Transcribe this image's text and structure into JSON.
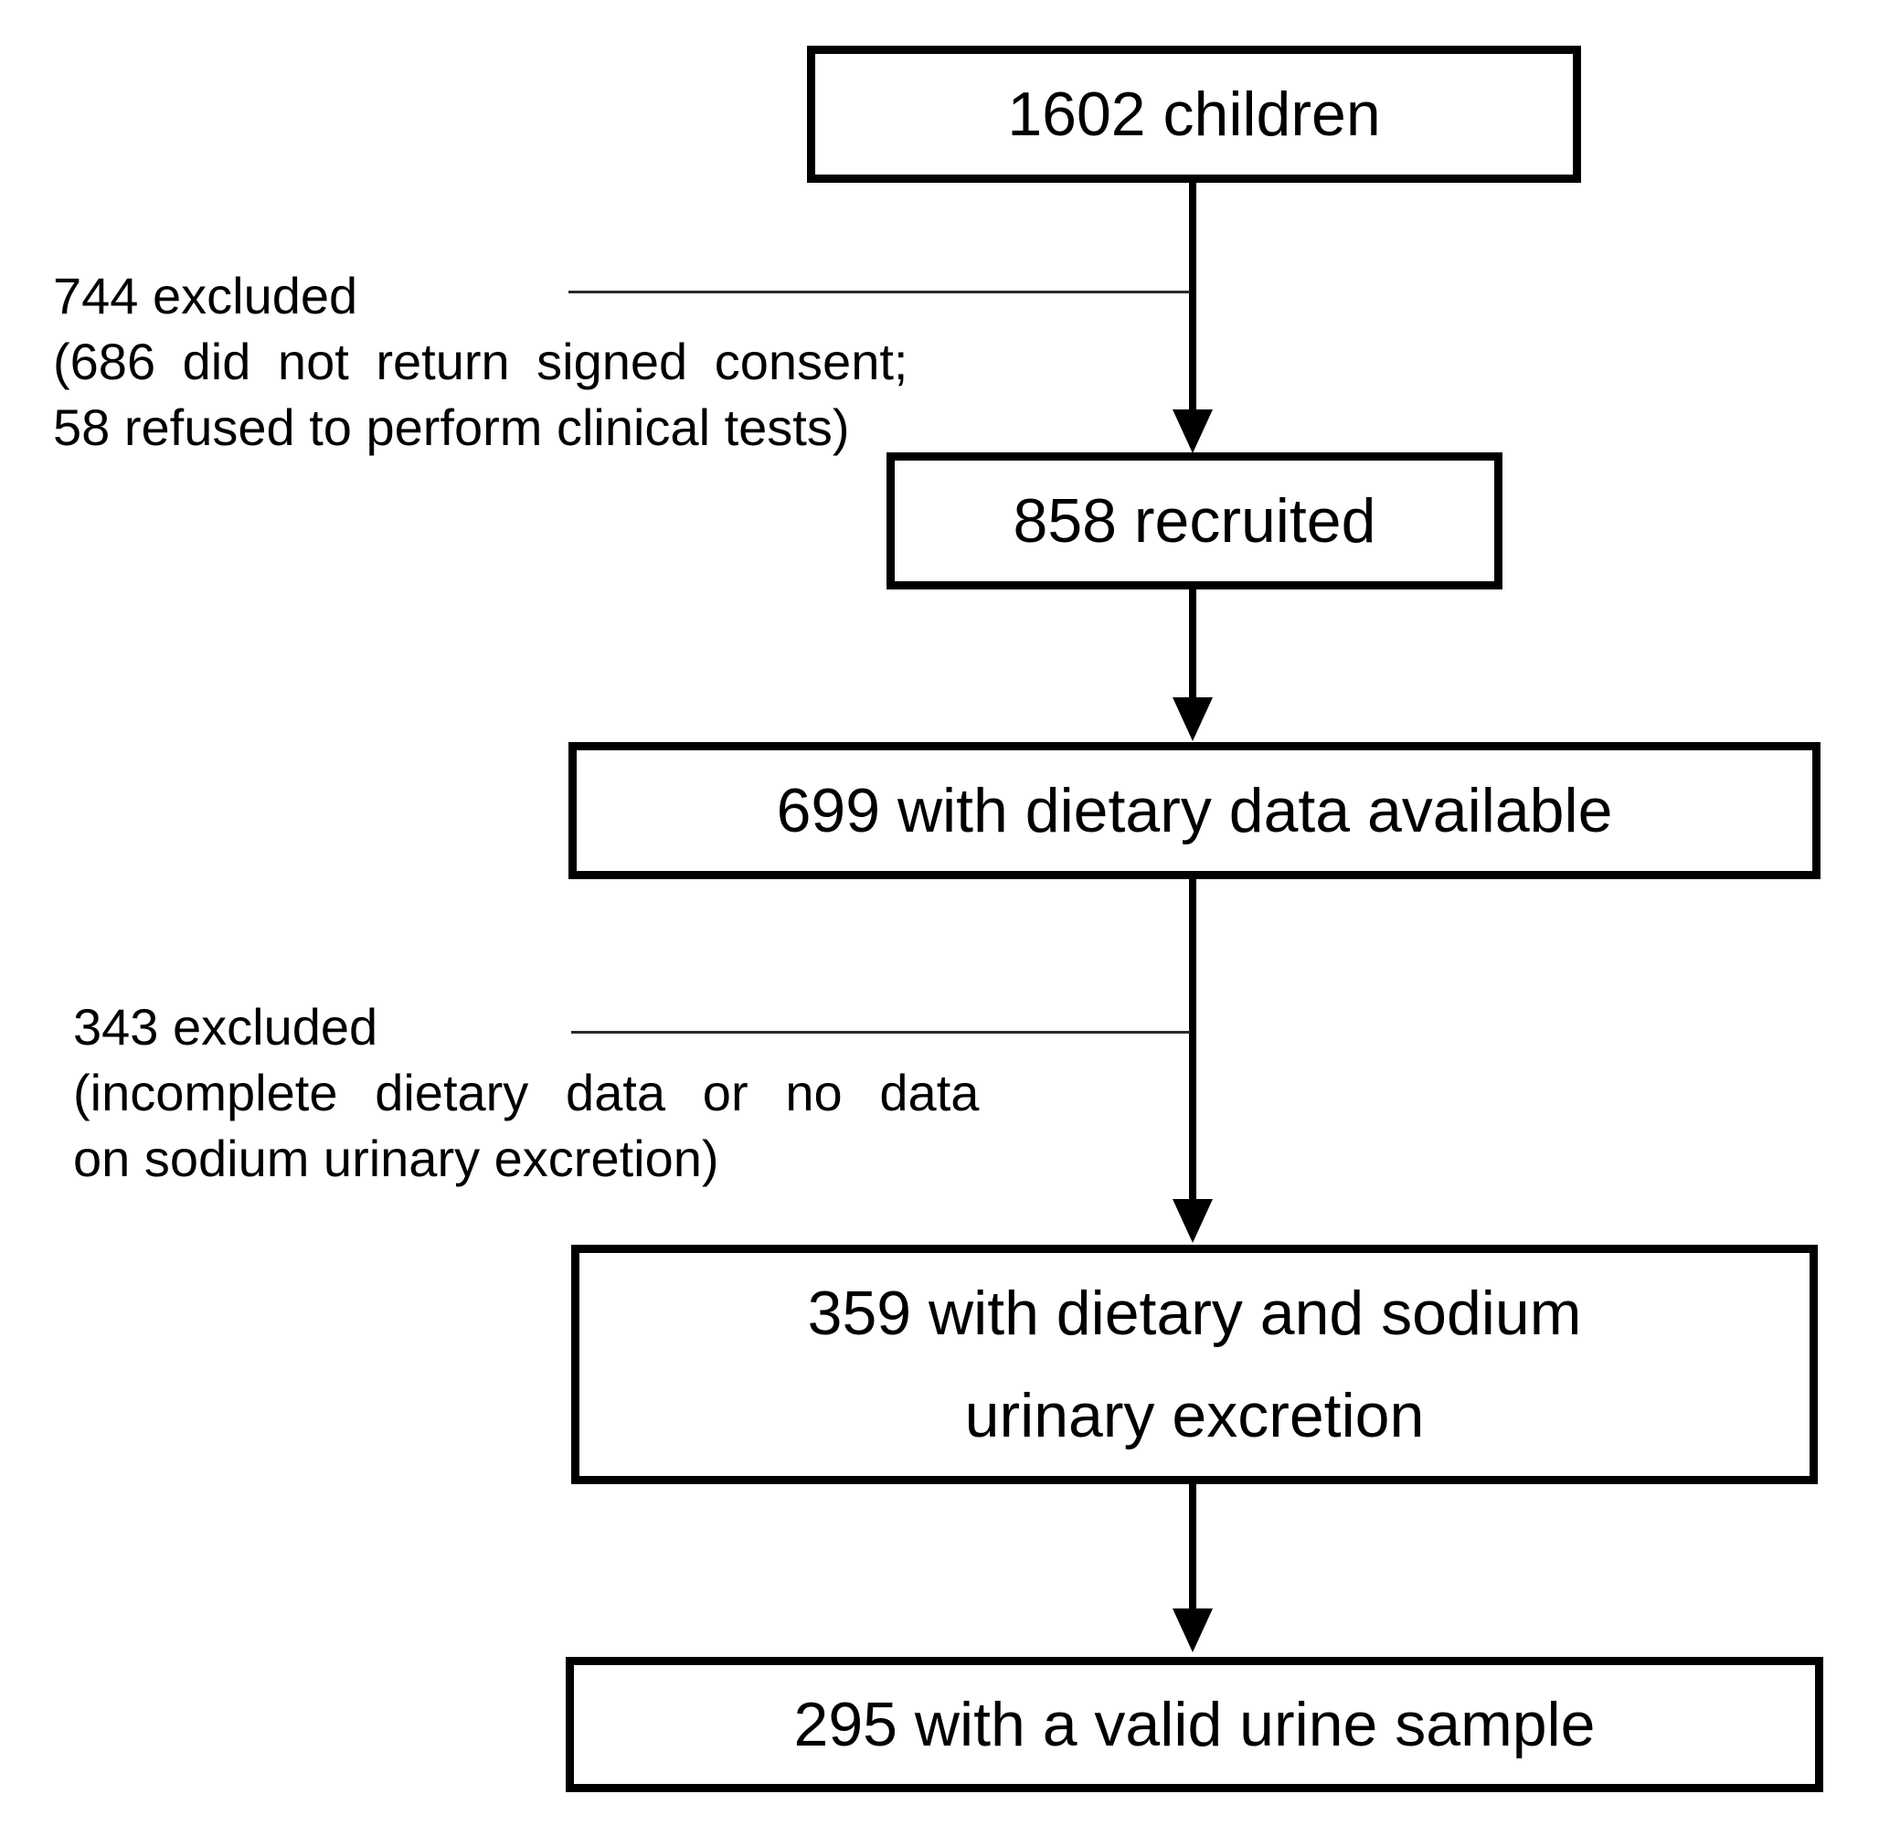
{
  "diagram": {
    "kind": "participant-flow-diagram",
    "colors": {
      "background": "#ffffff",
      "box_border": "#000000",
      "arrow": "#000000",
      "connector_line": "#2b2b2b",
      "text": "#000000"
    }
  },
  "boxes": [
    {
      "id": "children",
      "lines": [
        "1602 children"
      ]
    },
    {
      "id": "recruited",
      "lines": [
        "858 recruited"
      ]
    },
    {
      "id": "dietary",
      "lines": [
        "699 with dietary data available"
      ]
    },
    {
      "id": "dietary-sodium",
      "lines": [
        "359 with dietary and sodium",
        "urinary excretion"
      ]
    },
    {
      "id": "valid-urine",
      "lines": [
        "295 with a valid urine sample"
      ]
    }
  ],
  "exclusions": [
    {
      "id": "excluded-744",
      "lines": [
        "744 excluded",
        "(686 did not return signed consent;",
        "58 refused to perform clinical tests)"
      ]
    },
    {
      "id": "excluded-343",
      "lines": [
        "343 excluded",
        "(incomplete dietary data or no data",
        "on sodium urinary excretion)"
      ]
    }
  ]
}
